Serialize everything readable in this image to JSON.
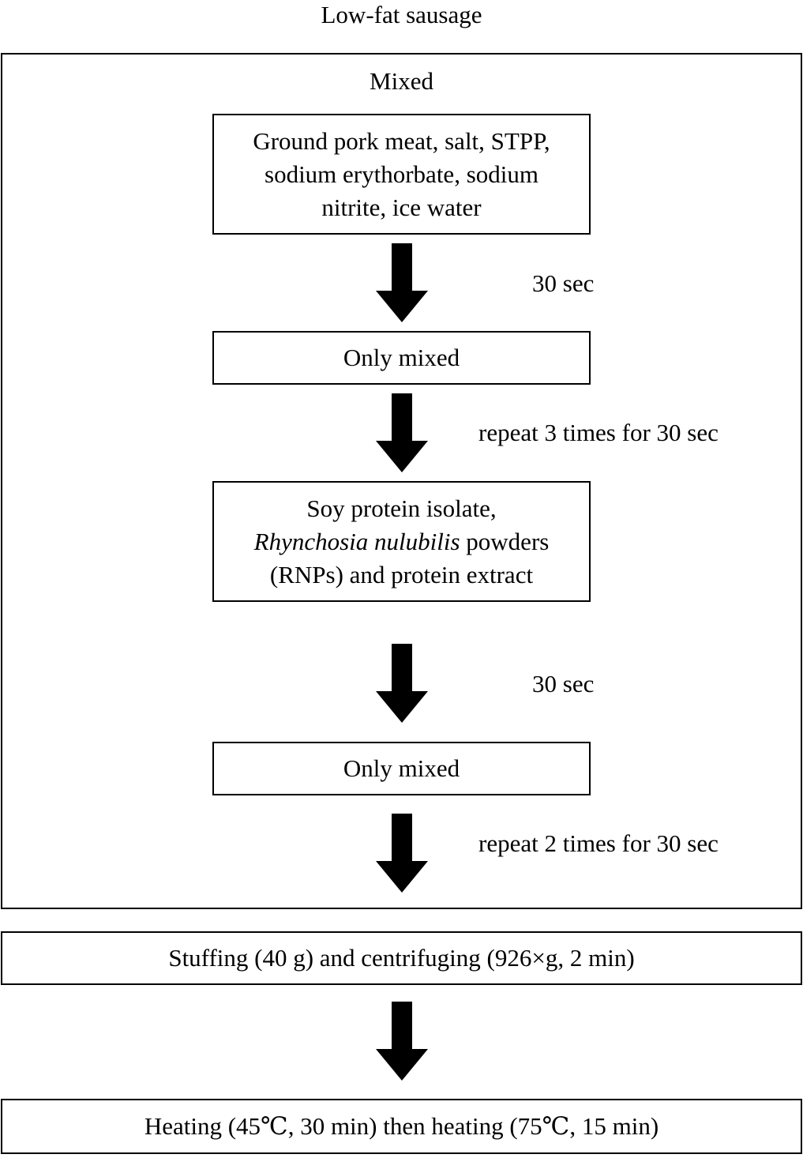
{
  "title": "Low-fat sausage",
  "outer_label": "Mixed",
  "steps": {
    "s1": {
      "lines": [
        "Ground pork meat, salt, STPP,",
        "sodium erythorbate, sodium",
        "nitrite, ice water"
      ]
    },
    "s2": {
      "text": "Only mixed"
    },
    "s3": {
      "line1": "Soy protein isolate,",
      "line2_italic": "Rhynchosia nulubilis",
      "line2_rest": " powders",
      "line3": "(RNPs) and protein extract"
    },
    "s4": {
      "text": "Only mixed"
    },
    "s5": {
      "text": "Stuffing (40 g) and centrifuging (926×g, 2 min)"
    },
    "s6": {
      "text": "Heating (45℃, 30 min) then heating (75℃, 15 min)"
    }
  },
  "arrow_notes": {
    "a1": "30 sec",
    "a2": "repeat 3 times for 30 sec",
    "a3": "30 sec",
    "a4": "repeat 2 times for 30 sec"
  },
  "icons": {
    "arrow": "arrow-down-icon"
  },
  "colors": {
    "stroke": "#000000",
    "background": "#ffffff"
  }
}
